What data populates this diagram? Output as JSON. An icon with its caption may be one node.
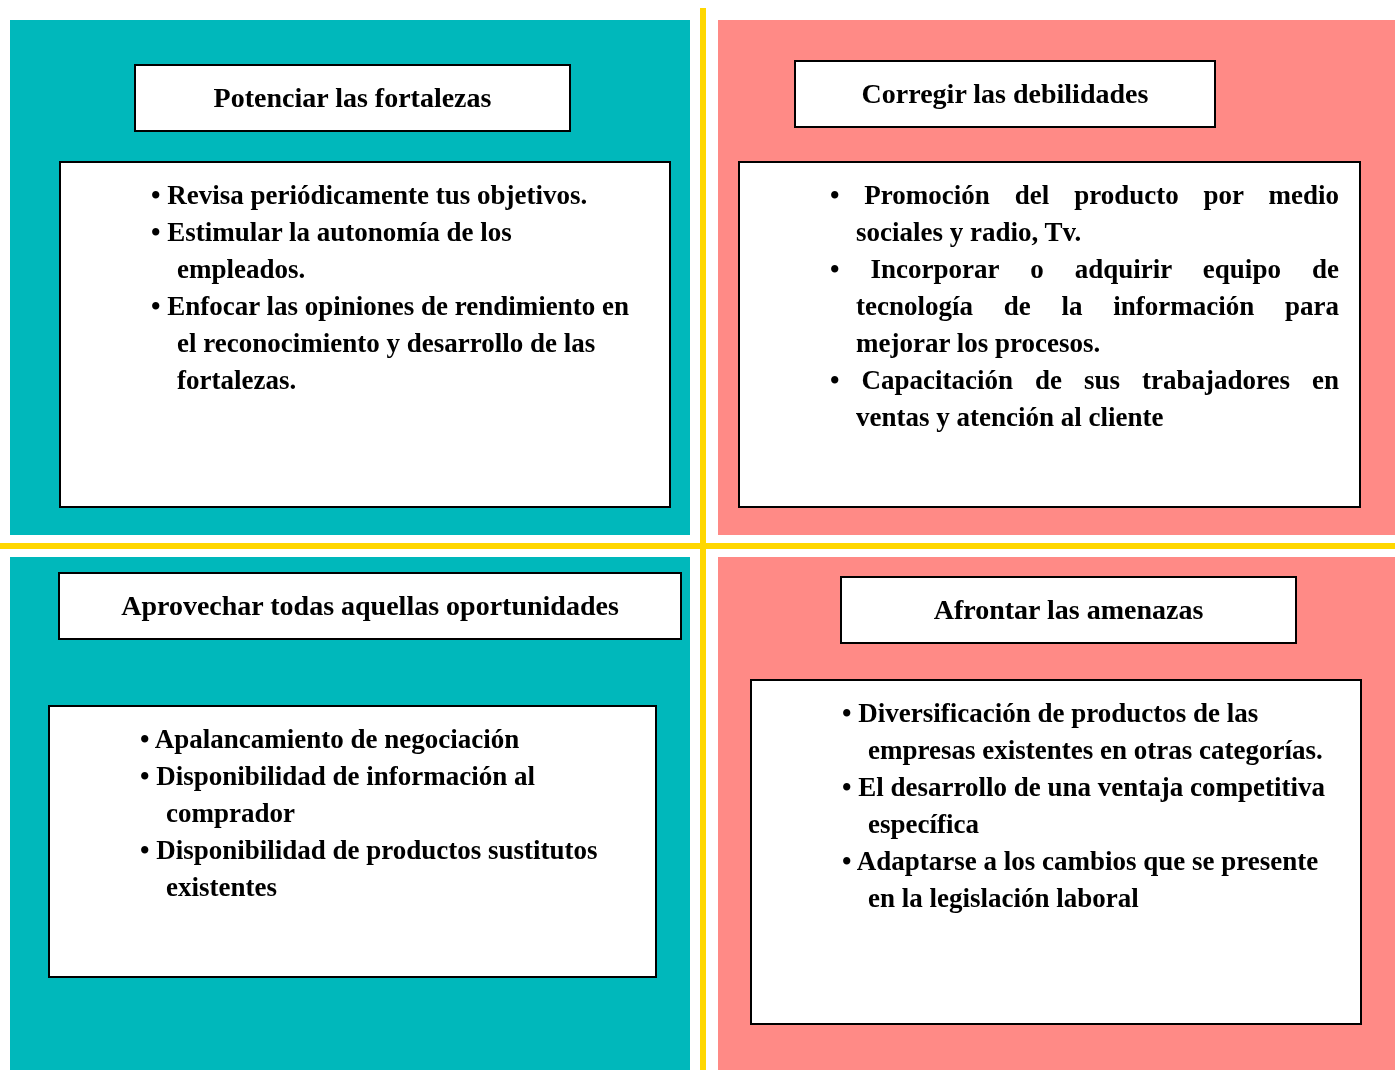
{
  "diagram": {
    "nodes": [
      {
        "text": [],
        "shape": "box"
      },
      {
        "text": [
          "Potenciar las fortalezas"
        ],
        "in": 0
      },
      {
        "text": [
          "• Revisa periódicamente tus objetivos.",
          "• Estimular la autonomía de los empleados.",
          "• Enfocar las opiniones de rendimiento en el reconocimiento y desarrollo de las fortalezas."
        ],
        "in": 0
      },
      {
        "text": [],
        "shape": "box"
      },
      {
        "text": [
          "Corregir las debilidades"
        ],
        "in": 3
      },
      {
        "text": [
          "• Promoción del producto por medio sociales y radio, Tv.",
          "• Incorporar o adquirir equipo de tecnología de la información para mejorar los procesos.",
          "• Capacitación de sus trabajadores en ventas y atención al cliente"
        ],
        "in": 3
      },
      {
        "text": [],
        "shape": "box"
      },
      {
        "text": [
          "Aprovechar todas aquellas oportunidades"
        ],
        "in": 6
      },
      {
        "text": [
          "• Apalancamiento de negociación",
          "• Disponibilidad de información al comprador",
          "• Disponibilidad de productos sustitutos existentes"
        ],
        "in": 6
      },
      {
        "text": [],
        "shape": "box"
      },
      {
        "text": [
          "Afrontar las amenazas"
        ],
        "in": 9
      },
      {
        "text": [
          "• Diversificación de productos de las empresas existentes en otras categorías.",
          "• El desarrollo de una ventaja competitiva específica",
          "• Adaptarse a los cambios que se presente en la legislación laboral"
        ],
        "in": 9
      }
    ]
  }
}
